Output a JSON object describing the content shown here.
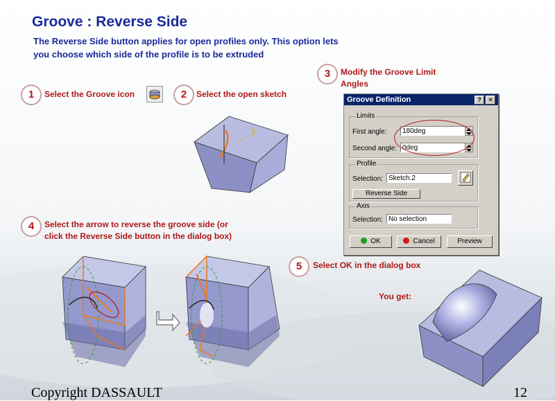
{
  "page": {
    "title": "Groove : Reverse Side",
    "intro_line1": "The Reverse Side button applies for open profiles only. This option lets",
    "intro_line2": "you choose which side of the profile is to be extruded"
  },
  "steps": [
    {
      "num": "1",
      "text": "Select the Groove icon"
    },
    {
      "num": "2",
      "text": "Select the open sketch"
    },
    {
      "num": "3",
      "text_line1": "Modify the Groove Limit",
      "text_line2": "Angles"
    },
    {
      "num": "4",
      "text_line1": "Select the arrow to reverse the groove side (or",
      "text_line2": "click the Reverse Side button in the dialog box)"
    },
    {
      "num": "5",
      "text": "Select OK in the dialog box"
    }
  ],
  "you_get": "You get:",
  "dialog": {
    "title": "Groove Definition",
    "help_btn": "?",
    "close_btn": "✕",
    "limits_group": "Limits",
    "first_angle_label": "First angle:",
    "first_angle_value": "180deg",
    "second_angle_label": "Second angle:",
    "second_angle_value": "0deg",
    "profile_group": "Profile",
    "profile_selection_label": "Selection:",
    "profile_selection_value": "Sketch.2",
    "reverse_side_btn": "Reverse Side",
    "axis_group": "Axis",
    "axis_selection_label": "Selection:",
    "axis_selection_value": "No selection",
    "ok_btn": "OK",
    "cancel_btn": "Cancel",
    "preview_btn": "Preview"
  },
  "footer": {
    "copyright": "Copyright DASSAULT",
    "page_number": "12"
  },
  "colors": {
    "title": "#1a2a9a",
    "step_text": "#b01818",
    "dialog_titlebar": "#0a246a",
    "cube_face": "#9aa0d0",
    "highlight": "#f07818"
  }
}
